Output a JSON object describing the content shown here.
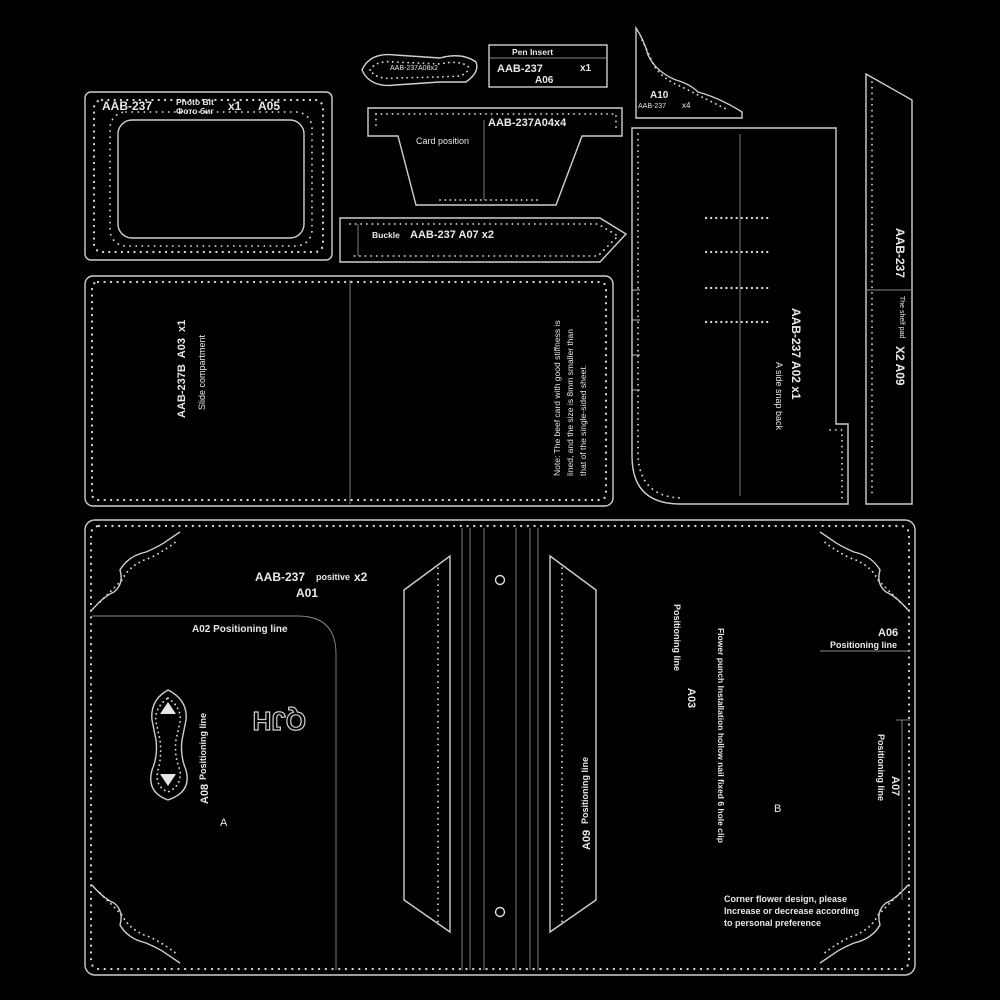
{
  "pieces": {
    "a05": {
      "code": "AAB-237",
      "name": "Photo Bit",
      "name_alt": "Фото биг",
      "qty": "x1",
      "id": "A05"
    },
    "a08_small": {
      "label": "AAB-237A08x2"
    },
    "a06": {
      "title": "Pen Insert",
      "code": "AAB-237",
      "qty": "x1",
      "id": "A06"
    },
    "a10": {
      "id": "A10",
      "code": "AAB-237",
      "qty": "x4"
    },
    "a04": {
      "label": "AAB-237A04x4",
      "caption": "Card position"
    },
    "a07": {
      "name": "Buckle",
      "label": "AAB-237 A07 x2"
    },
    "a03": {
      "code": "AAB-237B",
      "id": "A03",
      "qty": "x1",
      "name": "Slide compartment",
      "note_line1": "Note: The beef card with good stiffness is",
      "note_line2": "lined, and the size is 8mm smaller than",
      "note_line3": "that of the single-sided sheet."
    },
    "a02": {
      "label": "AAB-237  A02 x1",
      "name": "A side snap back"
    },
    "a09": {
      "code": "AAB-237",
      "name": "The shelf pad",
      "label": "X2 A09"
    },
    "a01": {
      "code": "AAB-237",
      "variant": "positive",
      "qty": "x2",
      "id": "A01",
      "a02_line": "A02 Positioning line",
      "a06_id": "A06",
      "a06_line": "Positioning line",
      "a08_id": "A08",
      "a08_line": "Positioning line",
      "monogram": "QJH",
      "side_a": "A",
      "side_b": "B",
      "a09_id": "A09",
      "a09_line": "Positioning line",
      "a03_id": "A03",
      "a03_line": "Positioning line",
      "clip_note": "Flower punch Installation hollow nail fixed 6 hole clip",
      "a07_line": "Positioning line",
      "a07_id": "A07",
      "corner_note_1": "Corner flower design, please",
      "corner_note_2": "Increase or decrease according",
      "corner_note_3": "to personal preference"
    }
  }
}
